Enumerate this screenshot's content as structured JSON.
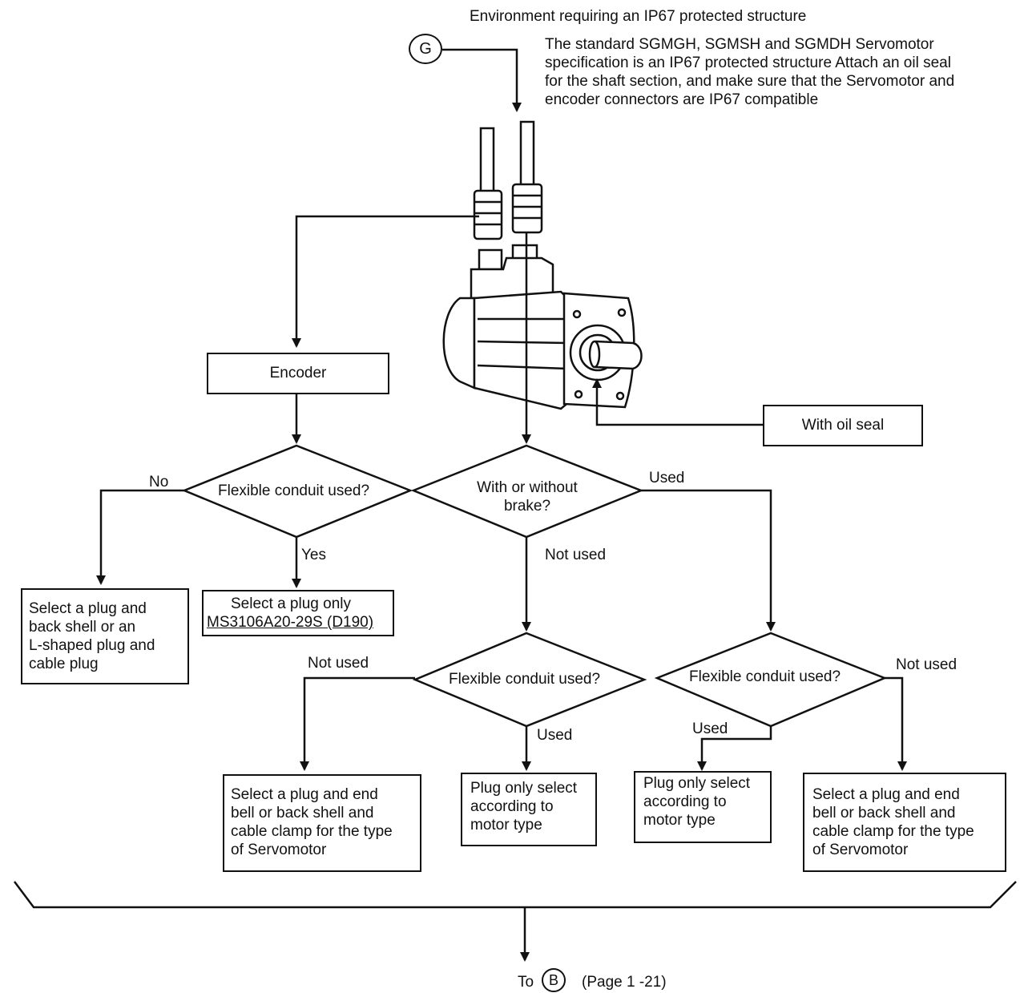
{
  "header": {
    "title": "Environment requiring an IP67 protected structure",
    "g_marker": "G",
    "note_lines": [
      "The standard SGMGH, SGMSH and SGMDH Servomotor",
      "specification is an IP67 protected structure  Attach an oil seal",
      "for the shaft section, and make sure that the Servomotor and",
      "encoder connectors are IP67 compatible"
    ]
  },
  "boxes": {
    "encoder": "Encoder",
    "oil_seal": "With oil seal",
    "plug_backshell": [
      "Select a plug and",
      "back shell or an",
      "L-shaped plug and",
      "cable plug"
    ],
    "plug_only_ms": [
      "Select a plug only",
      "MS3106A20-29S (D190)"
    ],
    "endbell_left": [
      "Select a plug and end",
      "bell or back shell and",
      "cable clamp for the type",
      "of Servomotor"
    ],
    "plug_only_left": [
      "Plug only  select",
      "according to",
      "motor type"
    ],
    "plug_only_right": [
      "Plug only  select",
      "according to",
      "motor type"
    ],
    "endbell_right": [
      "Select a plug and end",
      "bell or back shell and",
      "cable clamp for the type",
      "of Servomotor"
    ]
  },
  "decisions": {
    "encoder_conduit": "Flexible conduit used?",
    "brake": [
      "With or without",
      "brake?"
    ],
    "conduit_no_brake": "Flexible conduit used?",
    "conduit_brake": "Flexible conduit used?"
  },
  "edge_labels": {
    "no": "No",
    "yes": "Yes",
    "brake_used": "Used",
    "brake_not_used": "Not used",
    "left_not_used": "Not used",
    "left_used": "Used",
    "right_used": "Used",
    "right_not_used": "Not used"
  },
  "footer": {
    "to": "To",
    "b_marker": "B",
    "page_ref": "(Page 1 -21)"
  }
}
